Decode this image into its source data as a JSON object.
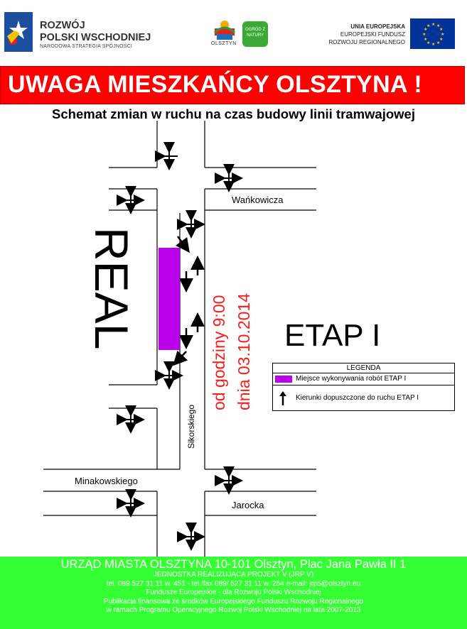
{
  "header": {
    "logo_left": {
      "title_1": "ROZWÓJ",
      "title_2": "POLSKI WSCHODNIEJ",
      "subtitle": "NARODOWA STRATEGIA SPÓJNOŚCI"
    },
    "city_logo_label": "OLSZTYN",
    "garden_badge": "OGRÓD Z NATURY",
    "eu_text": {
      "line1": "UNIA EUROPEJSKA",
      "line2": "EUROPEJSKI FUNDUSZ",
      "line3": "ROZWOJU REGIONALNEGO"
    }
  },
  "banner": {
    "text": "UWAGA MIESZKAŃCY OLSZTYNA !"
  },
  "subtitle": "Schemat zmian w ruchu na czas budowy linii tramwajowej",
  "map": {
    "real_label": "REAL",
    "etap_label": "ETAP I",
    "date_line_1": "od godziny 9:00",
    "date_line_2": "dnia 03.10.2014",
    "streets": {
      "wankowicza": "Wańkowicza",
      "sikorskiego": "Sikorskiego",
      "minakowskiego": "Minakowskiego",
      "jarocka": "Jarocka"
    }
  },
  "legend": {
    "title": "LEGENDA",
    "item1": "Miejsce wykonywania robót ETAP I",
    "item2": "Kierunki dopuszczone do ruchu ETAP I"
  },
  "colors": {
    "banner": "#ff0000",
    "footer": "#33ff33",
    "works": "#bb00ee",
    "date_text": "#ff1a1a"
  },
  "footer": {
    "line1": "URZĄD MIASTA OLSZTYNA 10-101 Olsztyn, Plac Jana Pawła II 1",
    "line2": "JEDNOSTKA REALIZUJĄCA PROJEKT V (JRP V)",
    "line3": "tel. 089 527 31 11 w. 451 - tel./fax 089/ 527 31 11 w. 254 e-mail: jrp5@olsztyn.eu",
    "line4": "Fundusze Europejskie - dla Rozwoju Polski Wschodniej",
    "line5": "Publikacja finansowa ze środków Europejskiego Funduszu Rozwoju Regionalnego",
    "line6": "w ramach Programu Operacyjnego Rozwój Polski Wschodniej na lata 2007-2013"
  }
}
